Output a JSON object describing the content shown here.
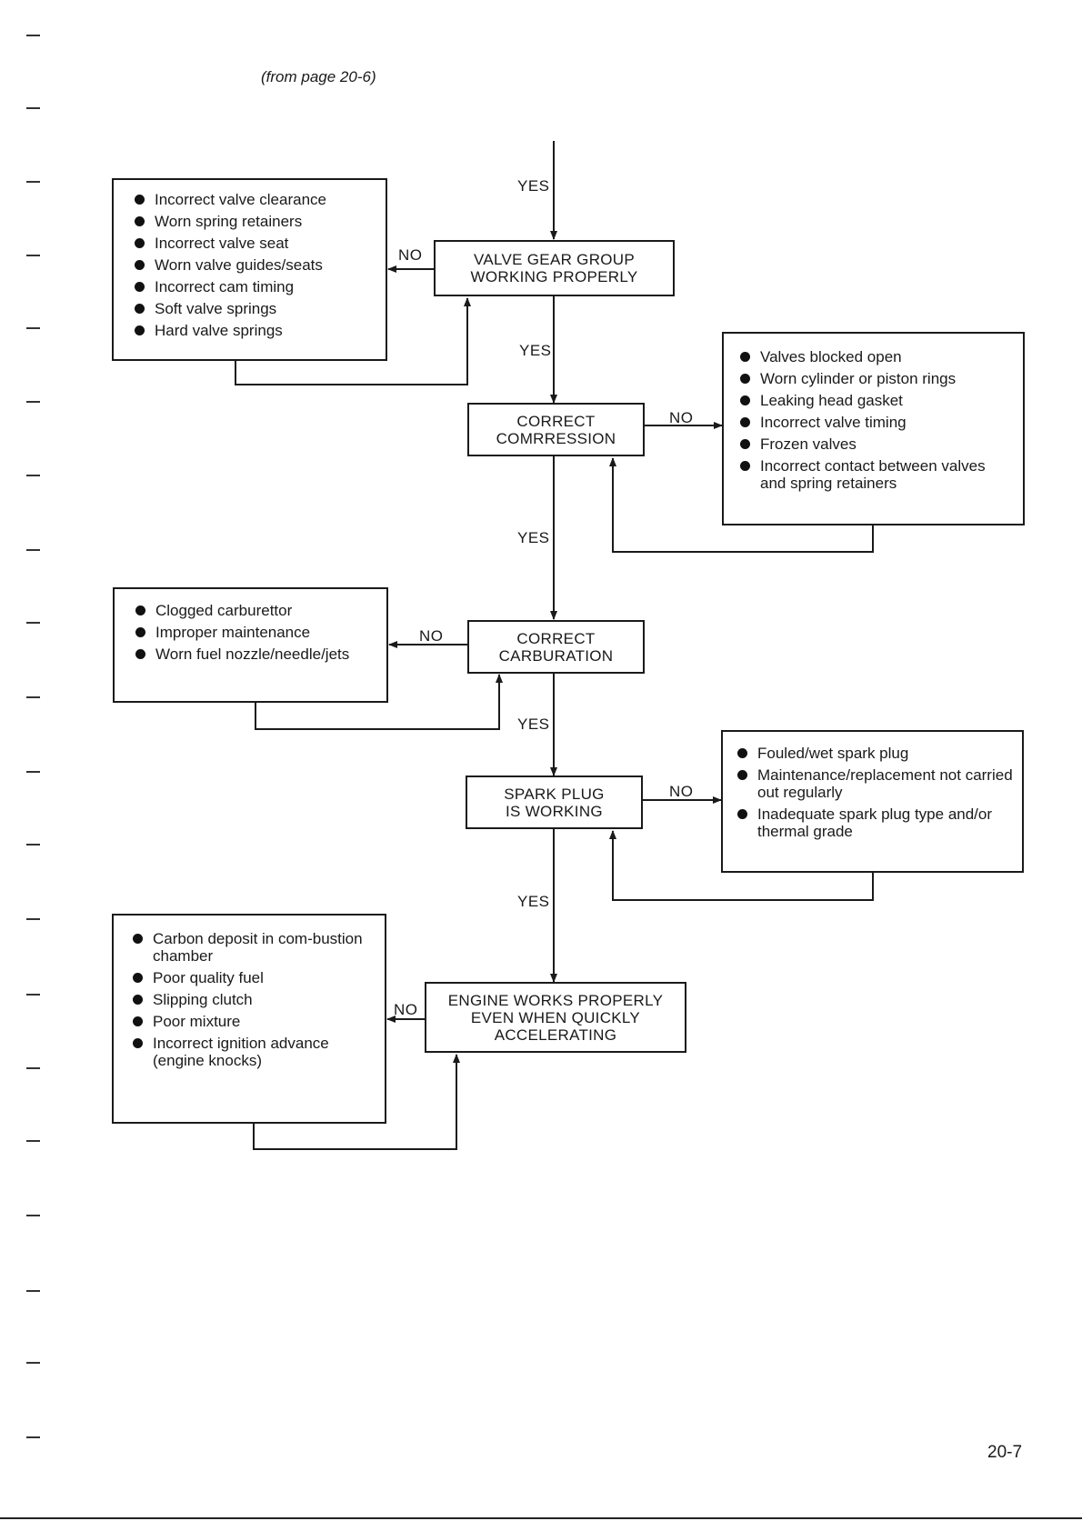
{
  "header": {
    "source_ref": "(from page 20-6)"
  },
  "footer": {
    "page_number": "20-7"
  },
  "labels": {
    "yes": "YES",
    "no": "NO"
  },
  "nodes": {
    "valve_gear": {
      "line1": "VALVE GEAR GROUP",
      "line2": "WORKING PROPERLY"
    },
    "compression": {
      "line1": "CORRECT",
      "line2": "COMRRESSION"
    },
    "carburation": {
      "line1": "CORRECT",
      "line2": "CARBURATION"
    },
    "spark_plug": {
      "line1": "SPARK PLUG",
      "line2": "IS WORKING"
    },
    "engine": {
      "line1": "ENGINE WORKS PROPERLY",
      "line2": "EVEN WHEN QUICKLY",
      "line3": "ACCELERATING"
    }
  },
  "causes": {
    "valve_gear": [
      "Incorrect valve clearance",
      "Worn spring retainers",
      "Incorrect valve seat",
      "Worn valve guides/seats",
      "Incorrect cam timing",
      "Soft valve springs",
      "Hard valve springs"
    ],
    "compression": [
      "Valves blocked open",
      "Worn cylinder or piston rings",
      "Leaking head gasket",
      "Incorrect valve timing",
      "Frozen valves",
      "Incorrect contact between valves and spring retainers"
    ],
    "carburation": [
      "Clogged carburettor",
      "Improper maintenance",
      "Worn fuel nozzle/needle/jets"
    ],
    "spark_plug": [
      "Fouled/wet spark plug",
      "Maintenance/replacement not carried out regularly",
      "Inadequate spark plug type and/or thermal grade"
    ],
    "engine": [
      "Carbon deposit in com-bustion chamber",
      "Poor quality fuel",
      "Slipping clutch",
      "Poor mixture",
      "Incorrect ignition advance (engine knocks)"
    ]
  }
}
